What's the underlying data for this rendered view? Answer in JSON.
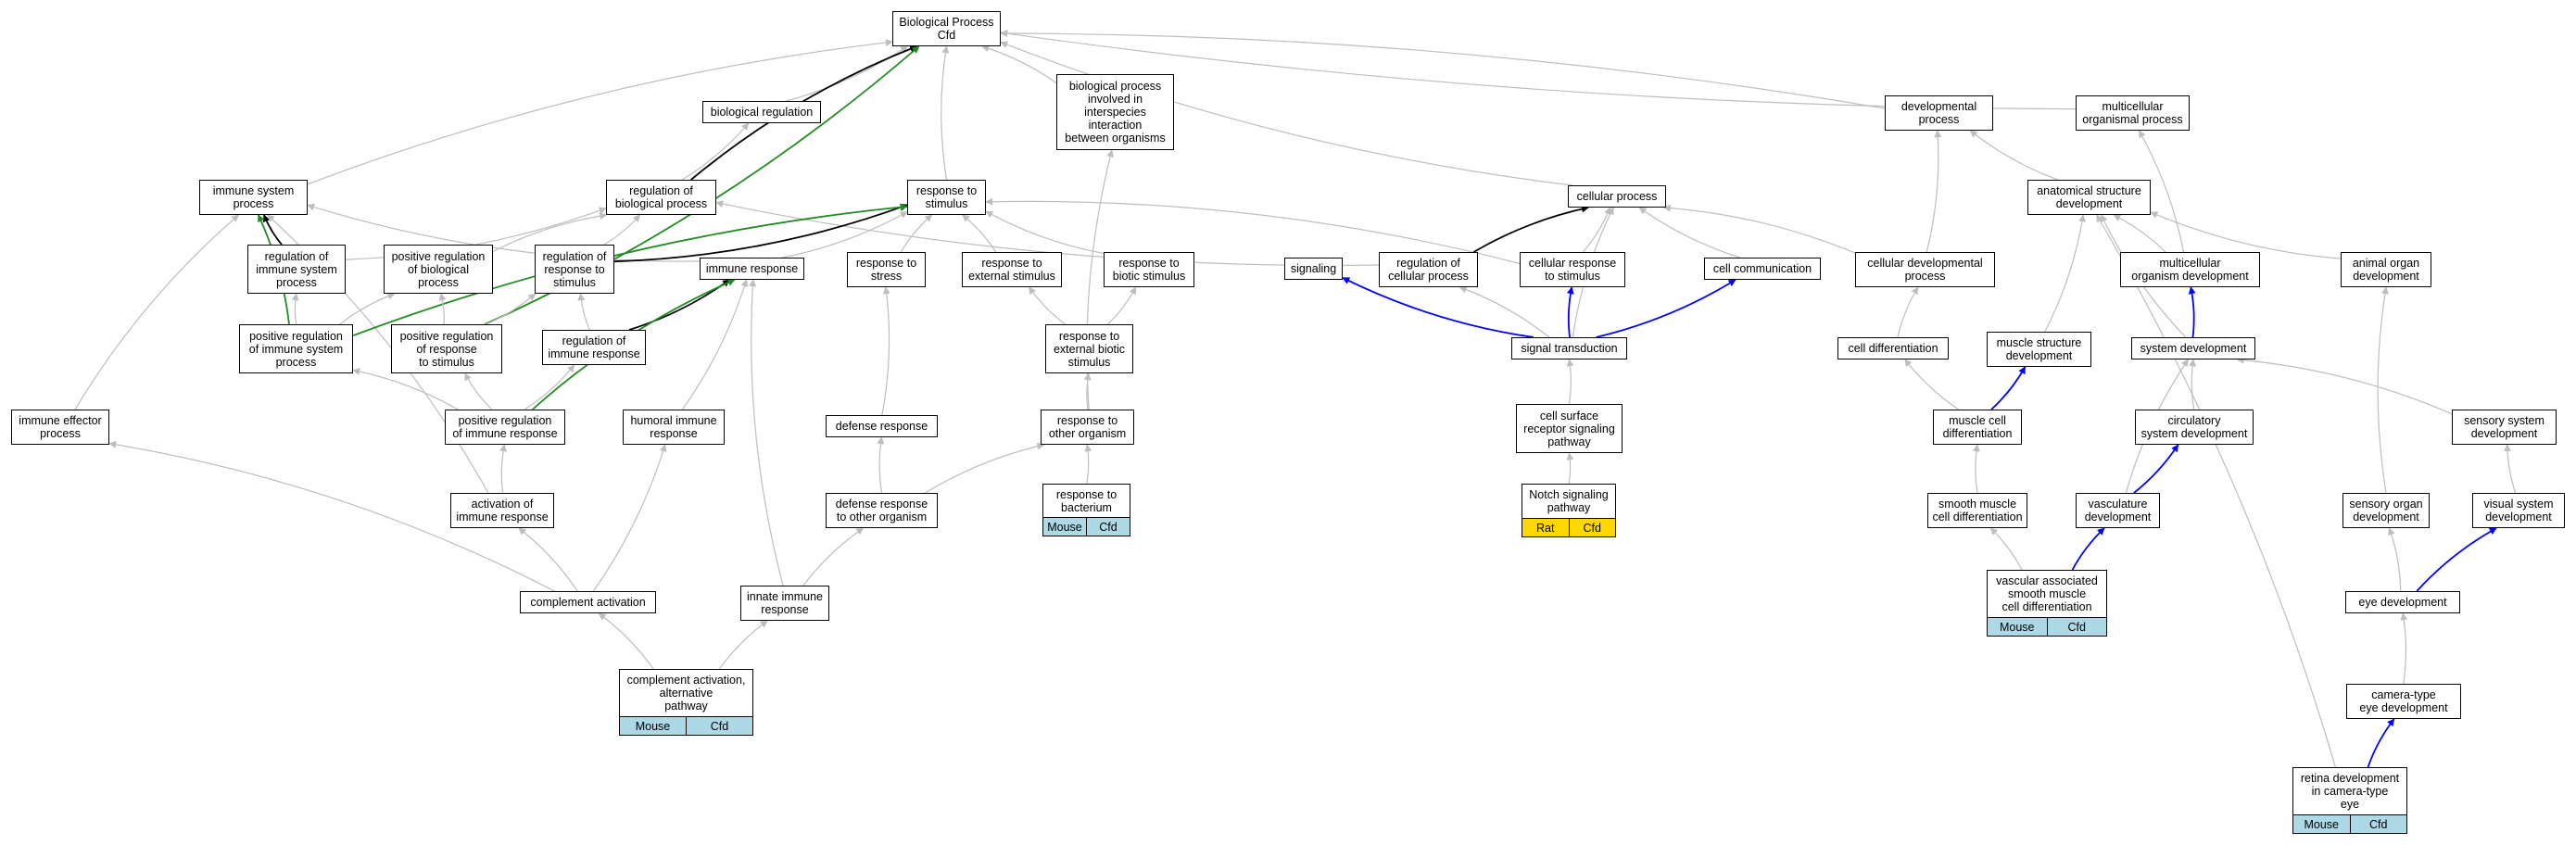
{
  "colors": {
    "gray": "#bebebe",
    "black": "#000000",
    "green": "#228b22",
    "blue": "#0000ff",
    "species_mouse": "#add8e6",
    "species_rat": "#ffd700"
  },
  "nodes": [
    {
      "id": "bp",
      "label": "Biological Process\nCfd"
    },
    {
      "id": "biolreg",
      "label": "biological regulation"
    },
    {
      "id": "interspecies",
      "label": "biological process\ninvolved in\ninterspecies\ninteraction\nbetween organisms"
    },
    {
      "id": "devproc",
      "label": "developmental\nprocess"
    },
    {
      "id": "multiproc",
      "label": "multicellular\norganismal process"
    },
    {
      "id": "immsys",
      "label": "immune system\nprocess"
    },
    {
      "id": "regbio",
      "label": "regulation of\nbiological process"
    },
    {
      "id": "respstim",
      "label": "response to\nstimulus"
    },
    {
      "id": "cellproc",
      "label": "cellular process"
    },
    {
      "id": "anatdev",
      "label": "anatomical structure\ndevelopment"
    },
    {
      "id": "regimmsys",
      "label": "regulation of\nimmune system\nprocess"
    },
    {
      "id": "posregbio",
      "label": "positive regulation\nof biological\nprocess"
    },
    {
      "id": "regresp",
      "label": "regulation of\nresponse to\nstimulus"
    },
    {
      "id": "immresp",
      "label": "immune response"
    },
    {
      "id": "respstress",
      "label": "response to\nstress"
    },
    {
      "id": "respext",
      "label": "response to\nexternal stimulus"
    },
    {
      "id": "respbiotic",
      "label": "response to\nbiotic stimulus"
    },
    {
      "id": "signaling",
      "label": "signaling"
    },
    {
      "id": "regcell",
      "label": "regulation of\ncellular process"
    },
    {
      "id": "cellresp",
      "label": "cellular response\nto stimulus"
    },
    {
      "id": "cellcomm",
      "label": "cell communication"
    },
    {
      "id": "celldevproc",
      "label": "cellular developmental\nprocess"
    },
    {
      "id": "multidev",
      "label": "multicellular\norganism development"
    },
    {
      "id": "animalorgan",
      "label": "animal organ\ndevelopment"
    },
    {
      "id": "posregimmsys",
      "label": "positive regulation\nof immune system\nprocess"
    },
    {
      "id": "posregresp",
      "label": "positive regulation\nof response\nto stimulus"
    },
    {
      "id": "regimmresp",
      "label": "regulation of\nimmune response"
    },
    {
      "id": "respextbiotic",
      "label": "response to\nexternal biotic\nstimulus"
    },
    {
      "id": "sigtrans",
      "label": "signal transduction"
    },
    {
      "id": "celldiff",
      "label": "cell differentiation"
    },
    {
      "id": "musclestruct",
      "label": "muscle structure\ndevelopment"
    },
    {
      "id": "sysdev",
      "label": "system development"
    },
    {
      "id": "immeff",
      "label": "immune effector\nprocess"
    },
    {
      "id": "posregimmresp",
      "label": "positive regulation\nof immune response"
    },
    {
      "id": "humoral",
      "label": "humoral immune\nresponse"
    },
    {
      "id": "defresp",
      "label": "defense response"
    },
    {
      "id": "respother",
      "label": "response to\nother organism"
    },
    {
      "id": "cellsurf",
      "label": "cell surface\nreceptor signaling\npathway"
    },
    {
      "id": "musclecelldiff",
      "label": "muscle cell\ndifferentiation"
    },
    {
      "id": "circsys",
      "label": "circulatory\nsystem development"
    },
    {
      "id": "sensorysys",
      "label": "sensory system\ndevelopment"
    },
    {
      "id": "actimm",
      "label": "activation of\nimmune response"
    },
    {
      "id": "defother",
      "label": "defense response\nto other organism"
    },
    {
      "id": "smoothdiff",
      "label": "smooth muscle\ncell differentiation"
    },
    {
      "id": "vasc",
      "label": "vasculature\ndevelopment"
    },
    {
      "id": "sensoryorgan",
      "label": "sensory organ\ndevelopment"
    },
    {
      "id": "visual",
      "label": "visual system\ndevelopment"
    },
    {
      "id": "complact",
      "label": "complement activation"
    },
    {
      "id": "innate",
      "label": "innate immune\nresponse"
    },
    {
      "id": "eyedev",
      "label": "eye development"
    },
    {
      "id": "cameraeye",
      "label": "camera-type\neye development"
    },
    {
      "id": "resp_bact",
      "label": "response to\nbacterium",
      "tags": [
        "Mouse",
        "Cfd"
      ]
    },
    {
      "id": "notch",
      "label": "Notch signaling\npathway",
      "tags": [
        "Rat",
        "Cfd"
      ]
    },
    {
      "id": "vascsmooth",
      "label": "vascular associated\nsmooth muscle\ncell differentiation",
      "tags": [
        "Mouse",
        "Cfd"
      ]
    },
    {
      "id": "complalt",
      "label": "complement activation,\nalternative\npathway",
      "tags": [
        "Mouse",
        "Cfd"
      ]
    },
    {
      "id": "retina",
      "label": "retina development\nin camera-type\neye",
      "tags": [
        "Mouse",
        "Cfd"
      ]
    }
  ],
  "edges": [
    {
      "from": "immsys",
      "to": "bp",
      "color": "gray"
    },
    {
      "from": "biolreg",
      "to": "bp",
      "color": "gray"
    },
    {
      "from": "regbio",
      "to": "bp",
      "color": "black"
    },
    {
      "from": "posregresp",
      "to": "bp",
      "color": "green"
    },
    {
      "from": "respstim",
      "to": "bp",
      "color": "gray"
    },
    {
      "from": "interspecies",
      "to": "bp",
      "color": "gray"
    },
    {
      "from": "cellproc",
      "to": "bp",
      "color": "gray"
    },
    {
      "from": "devproc",
      "to": "bp",
      "color": "gray"
    },
    {
      "from": "multiproc",
      "to": "bp",
      "color": "gray"
    },
    {
      "from": "regbio",
      "to": "biolreg",
      "color": "gray"
    },
    {
      "from": "respother",
      "to": "interspecies",
      "color": "gray"
    },
    {
      "from": "celldevproc",
      "to": "devproc",
      "color": "gray"
    },
    {
      "from": "anatdev",
      "to": "devproc",
      "color": "gray"
    },
    {
      "from": "multidev",
      "to": "multiproc",
      "color": "gray"
    },
    {
      "from": "regimmsys",
      "to": "immsys",
      "color": "black"
    },
    {
      "from": "posregimmsys",
      "to": "immsys",
      "color": "green"
    },
    {
      "from": "immeff",
      "to": "immsys",
      "color": "gray"
    },
    {
      "from": "actimm",
      "to": "immsys",
      "color": "gray"
    },
    {
      "from": "immresp",
      "to": "immsys",
      "color": "gray"
    },
    {
      "from": "regimmsys",
      "to": "regbio",
      "color": "gray"
    },
    {
      "from": "posregbio",
      "to": "regbio",
      "color": "gray"
    },
    {
      "from": "regresp",
      "to": "regbio",
      "color": "gray"
    },
    {
      "from": "regcell",
      "to": "regbio",
      "color": "gray"
    },
    {
      "from": "regresp",
      "to": "respstim",
      "color": "black"
    },
    {
      "from": "posregimmsys",
      "to": "respstim",
      "color": "green"
    },
    {
      "from": "immresp",
      "to": "respstim",
      "color": "gray"
    },
    {
      "from": "respstress",
      "to": "respstim",
      "color": "gray"
    },
    {
      "from": "respext",
      "to": "respstim",
      "color": "gray"
    },
    {
      "from": "respbiotic",
      "to": "respstim",
      "color": "gray"
    },
    {
      "from": "cellresp",
      "to": "respstim",
      "color": "gray"
    },
    {
      "from": "regcell",
      "to": "cellproc",
      "color": "black"
    },
    {
      "from": "cellresp",
      "to": "cellproc",
      "color": "gray"
    },
    {
      "from": "cellcomm",
      "to": "cellproc",
      "color": "gray"
    },
    {
      "from": "celldevproc",
      "to": "cellproc",
      "color": "gray"
    },
    {
      "from": "sigtrans",
      "to": "cellproc",
      "color": "gray"
    },
    {
      "from": "multidev",
      "to": "anatdev",
      "color": "gray"
    },
    {
      "from": "animalorgan",
      "to": "anatdev",
      "color": "gray"
    },
    {
      "from": "musclestruct",
      "to": "anatdev",
      "color": "gray"
    },
    {
      "from": "sysdev",
      "to": "anatdev",
      "color": "gray"
    },
    {
      "from": "retina",
      "to": "anatdev",
      "color": "gray"
    },
    {
      "from": "posregimmsys",
      "to": "regimmsys",
      "color": "gray"
    },
    {
      "from": "posregresp",
      "to": "posregbio",
      "color": "gray"
    },
    {
      "from": "posregimmsys",
      "to": "posregbio",
      "color": "gray"
    },
    {
      "from": "posregresp",
      "to": "regresp",
      "color": "gray"
    },
    {
      "from": "regimmresp",
      "to": "regresp",
      "color": "gray"
    },
    {
      "from": "regimmresp",
      "to": "immresp",
      "color": "black"
    },
    {
      "from": "posregimmresp",
      "to": "immresp",
      "color": "green"
    },
    {
      "from": "humoral",
      "to": "immresp",
      "color": "gray"
    },
    {
      "from": "innate",
      "to": "immresp",
      "color": "gray"
    },
    {
      "from": "defresp",
      "to": "respstress",
      "color": "gray"
    },
    {
      "from": "respextbiotic",
      "to": "respext",
      "color": "gray"
    },
    {
      "from": "respextbiotic",
      "to": "respbiotic",
      "color": "gray"
    },
    {
      "from": "sigtrans",
      "to": "signaling",
      "color": "blue"
    },
    {
      "from": "sigtrans",
      "to": "regcell",
      "color": "gray"
    },
    {
      "from": "sigtrans",
      "to": "cellresp",
      "color": "blue"
    },
    {
      "from": "sigtrans",
      "to": "cellcomm",
      "color": "blue"
    },
    {
      "from": "celldiff",
      "to": "celldevproc",
      "color": "gray"
    },
    {
      "from": "sysdev",
      "to": "multidev",
      "color": "blue"
    },
    {
      "from": "sensoryorgan",
      "to": "animalorgan",
      "color": "gray"
    },
    {
      "from": "posregimmresp",
      "to": "posregimmsys",
      "color": "gray"
    },
    {
      "from": "posregimmresp",
      "to": "posregresp",
      "color": "gray"
    },
    {
      "from": "posregimmresp",
      "to": "regimmresp",
      "color": "gray"
    },
    {
      "from": "respother",
      "to": "respextbiotic",
      "color": "gray"
    },
    {
      "from": "cellsurf",
      "to": "sigtrans",
      "color": "gray"
    },
    {
      "from": "musclecelldiff",
      "to": "celldiff",
      "color": "gray"
    },
    {
      "from": "musclecelldiff",
      "to": "musclestruct",
      "color": "blue"
    },
    {
      "from": "circsys",
      "to": "sysdev",
      "color": "gray"
    },
    {
      "from": "sensorysys",
      "to": "sysdev",
      "color": "gray"
    },
    {
      "from": "vasc",
      "to": "sysdev",
      "color": "gray"
    },
    {
      "from": "complact",
      "to": "immeff",
      "color": "gray"
    },
    {
      "from": "actimm",
      "to": "posregimmresp",
      "color": "gray"
    },
    {
      "from": "complact",
      "to": "humoral",
      "color": "gray"
    },
    {
      "from": "defother",
      "to": "defresp",
      "color": "gray"
    },
    {
      "from": "resp_bact",
      "to": "respother",
      "color": "gray"
    },
    {
      "from": "defother",
      "to": "respother",
      "color": "gray"
    },
    {
      "from": "notch",
      "to": "cellsurf",
      "color": "gray"
    },
    {
      "from": "smoothdiff",
      "to": "musclecelldiff",
      "color": "gray"
    },
    {
      "from": "vasc",
      "to": "circsys",
      "color": "blue"
    },
    {
      "from": "visual",
      "to": "sensorysys",
      "color": "gray"
    },
    {
      "from": "complact",
      "to": "actimm",
      "color": "gray"
    },
    {
      "from": "innate",
      "to": "defother",
      "color": "gray"
    },
    {
      "from": "vascsmooth",
      "to": "smoothdiff",
      "color": "gray"
    },
    {
      "from": "vascsmooth",
      "to": "vasc",
      "color": "blue"
    },
    {
      "from": "eyedev",
      "to": "sensoryorgan",
      "color": "gray"
    },
    {
      "from": "eyedev",
      "to": "visual",
      "color": "blue"
    },
    {
      "from": "complalt",
      "to": "complact",
      "color": "gray"
    },
    {
      "from": "complalt",
      "to": "innate",
      "color": "gray"
    },
    {
      "from": "cameraeye",
      "to": "eyedev",
      "color": "gray"
    },
    {
      "from": "retina",
      "to": "cameraeye",
      "color": "blue"
    }
  ]
}
